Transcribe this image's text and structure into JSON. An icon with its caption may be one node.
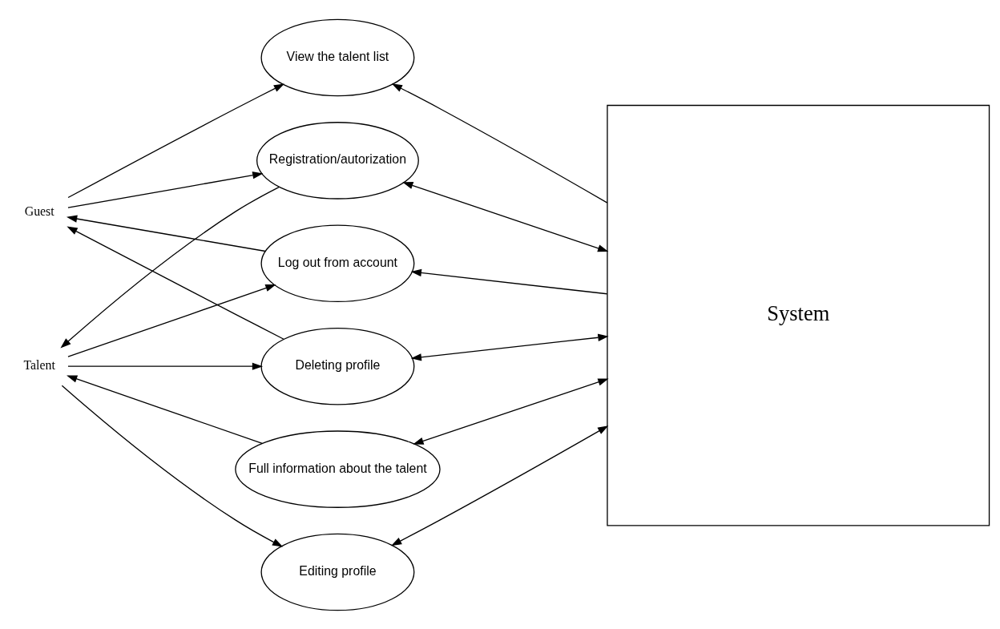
{
  "diagram": {
    "nodes": [
      {
        "text": [
          "Guest"
        ]
      },
      {
        "text": [
          "Talent"
        ]
      },
      {
        "text": [
          "View the talent list"
        ]
      },
      {
        "text": [
          "Registration/autorization"
        ]
      },
      {
        "text": [
          "Log out from account"
        ]
      },
      {
        "text": [
          "Deleting profile"
        ]
      },
      {
        "text": [
          "Full information about the talent"
        ]
      },
      {
        "text": [
          "Editing profile"
        ]
      },
      {
        "text": [
          "System"
        ]
      }
    ],
    "edges": [
      {
        "from": 0,
        "to": 2,
        "arrow": "to"
      },
      {
        "from": 0,
        "to": 3,
        "arrow": "to"
      },
      {
        "from": 4,
        "to": 0,
        "arrow": "to"
      },
      {
        "from": 5,
        "to": 0,
        "arrow": "to"
      },
      {
        "from": 3,
        "to": 1,
        "arrow": "to"
      },
      {
        "from": 1,
        "to": 4,
        "arrow": "to"
      },
      {
        "from": 1,
        "to": 5,
        "arrow": "to"
      },
      {
        "from": 6,
        "to": 1,
        "arrow": "to"
      },
      {
        "from": 1,
        "to": 7,
        "arrow": "to"
      },
      {
        "from": 8,
        "to": 2,
        "arrow": "to"
      },
      {
        "from": 3,
        "to": 8,
        "arrow": "both"
      },
      {
        "from": 8,
        "to": 4,
        "arrow": "to"
      },
      {
        "from": 5,
        "to": 8,
        "arrow": "both"
      },
      {
        "from": 6,
        "to": 8,
        "arrow": "both"
      },
      {
        "from": 7,
        "to": 8,
        "arrow": "both"
      }
    ]
  }
}
